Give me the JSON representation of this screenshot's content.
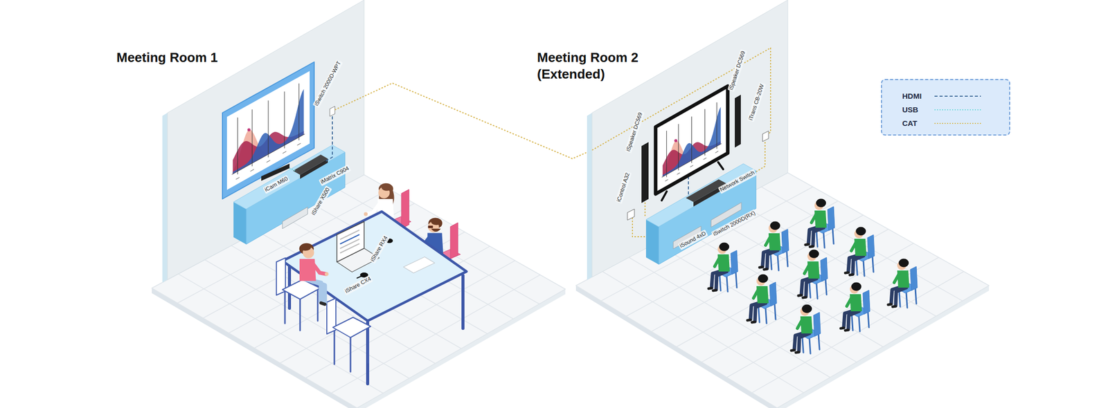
{
  "diagram": {
    "labels": [
      "Meeting Room 1",
      "Meeting Room 2 (Extended)",
      "iSwitch 2000D-WPT",
      "iCam M60",
      "iMatrix C904",
      "iShare X500",
      "iShare RX4",
      "iShare CX4",
      "iSpeaker DC569",
      "iSpeaker DC569",
      "iControl A32",
      "iTrans CB-20W",
      "Network Switch",
      "iSound 4xD",
      "iSwitch 2000D(RX)"
    ],
    "legend": [
      {
        "text": "HDMI"
      },
      {
        "text": "USB"
      },
      {
        "text": "CAT"
      }
    ]
  }
}
